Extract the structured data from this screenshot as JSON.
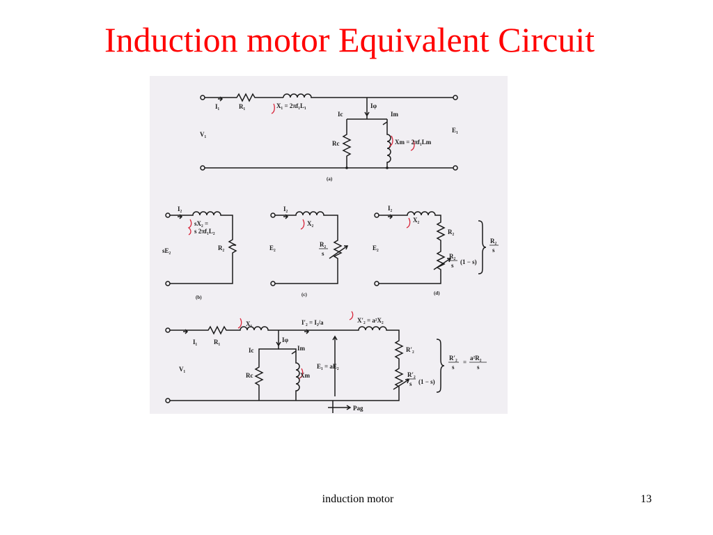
{
  "slide": {
    "title": "Induction motor Equivalent Circuit",
    "footer": "induction motor",
    "page_number": "13",
    "title_color": "#ff0000"
  },
  "figure_a": {
    "caption": "(a)",
    "I1": "I₁",
    "R1": "R₁",
    "X1_eq": "X₁ = 2πf₁L₁",
    "I_phi": "Iφ",
    "Ic": "Ic",
    "Im": "Im",
    "V1": "V₁",
    "E1": "E₁",
    "Rc": "Rc",
    "Xm_eq": "Xm = 2πf₁Lm"
  },
  "figure_b": {
    "caption": "(b)",
    "I2": "I₂",
    "sX2_a": "sX₂ =",
    "sX2_b": "s 2πf₁L₂",
    "sE2": "sE₂",
    "R2": "R₂"
  },
  "figure_c": {
    "caption": "(c)",
    "I2": "I₂",
    "X2": "X₂",
    "E2": "E₂",
    "R2_num": "R₂",
    "R2_den": "s"
  },
  "figure_d": {
    "caption": "(d)",
    "I2": "I₂",
    "X2": "X₂",
    "E2": "E₂",
    "R2": "R₂",
    "R2s_num": "R₂",
    "R2s_den": "s",
    "one_minus_s": "(1 − s)",
    "brace_num": "R₂",
    "brace_den": "s"
  },
  "figure_e": {
    "I1": "I₁",
    "R1": "R₁",
    "X1": "X₁",
    "I2p_eq": "I′₂ = I₂/a",
    "X2p_eq": "X′₂ = a²X₂",
    "I_phi": "Iφ",
    "Ic": "Ic",
    "Im": "Im",
    "V1": "V₁",
    "Rc": "Rc",
    "Xm": "Xm",
    "E1_eq": "E₁ = aE₂",
    "R2p": "R′₂",
    "R2ps_num": "R′₂",
    "R2ps_den": "s",
    "one_minus_s": "(1 − s)",
    "brace_num": "R′₂",
    "brace_den": "s",
    "brace_eq": "=",
    "rhs_num": "a²R₂",
    "rhs_den": "s",
    "Pag": "Pag"
  }
}
